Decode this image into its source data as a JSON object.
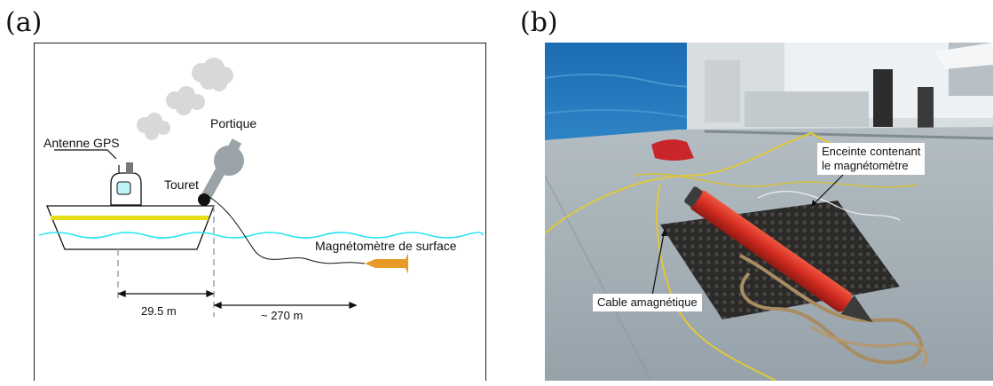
{
  "panels": {
    "a": {
      "label": "(a)"
    },
    "b": {
      "label": "(b)"
    }
  },
  "diagram": {
    "labels": {
      "antenna": "Antenne GPS",
      "gantry": "Portique",
      "winch": "Touret",
      "magnetometer": "Magnétomètre de surface"
    },
    "dimensions": {
      "boat_offset": "29.5 m",
      "cable_length": "~ 270 m"
    },
    "colors": {
      "water": "#22e5f0",
      "hull_stripe": "#e6df18",
      "gantry": "#9aa3a8",
      "magnetometer": "#e89a27",
      "cabin_window": "#bdf3f5",
      "smoke": "#d6d8da"
    }
  },
  "photo": {
    "labels": {
      "enclosure_line1": "Enceinte contenant",
      "enclosure_line2": "le magnétomètre",
      "cable": "Cable amagnétique"
    }
  }
}
